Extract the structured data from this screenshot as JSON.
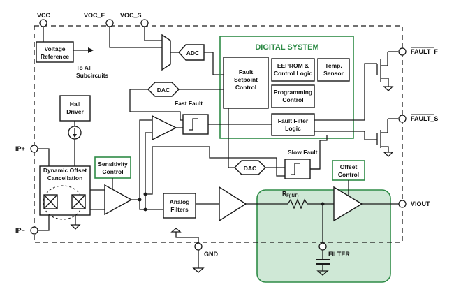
{
  "pins": {
    "vcc": "VCC",
    "voc_f": "VOC_F",
    "voc_s": "VOC_S",
    "fault_f": "FAULT_F",
    "fault_s": "FAULT_S",
    "ip_plus": "IP+",
    "ip_minus": "IP−",
    "viout": "VIOUT",
    "gnd": "GND",
    "filter": "FILTER"
  },
  "blocks": {
    "voltage_reference": [
      "Voltage",
      "Reference"
    ],
    "to_all_subcircuits": [
      "To All",
      "Subcircuits"
    ],
    "adc": "ADC",
    "digital_system": "DIGITAL SYSTEM",
    "fault_setpoint_control": [
      "Fault",
      "Setpoint",
      "Control"
    ],
    "eeprom_control_logic": [
      "EEPROM &",
      "Control Logic"
    ],
    "temp_sensor": [
      "Temp.",
      "Sensor"
    ],
    "programming_control": [
      "Programming",
      "Control"
    ],
    "fault_filter_logic": [
      "Fault Filter",
      "Logic"
    ],
    "dac_top": "DAC",
    "dac_bottom": "DAC",
    "fast_fault": "Fast Fault",
    "slow_fault": "Slow Fault",
    "hall_driver": [
      "Hall",
      "Driver"
    ],
    "dynamic_offset_cancellation": [
      "Dynamic Offset",
      "Cancellation"
    ],
    "sensitivity_control": [
      "Sensitivity",
      "Control"
    ],
    "analog_filters": [
      "Analog",
      "Filters"
    ],
    "offset_control": [
      "Offset",
      "Control"
    ],
    "rf_int_main": "R",
    "rf_int_sub": "F(INT)"
  },
  "colors": {
    "line": "#1a1a1a",
    "digital_border": "#2e8b46",
    "digital_text": "#2e8b46",
    "filter_region_fill": "#cfe8d6",
    "filter_region_stroke": "#2e8b46"
  }
}
